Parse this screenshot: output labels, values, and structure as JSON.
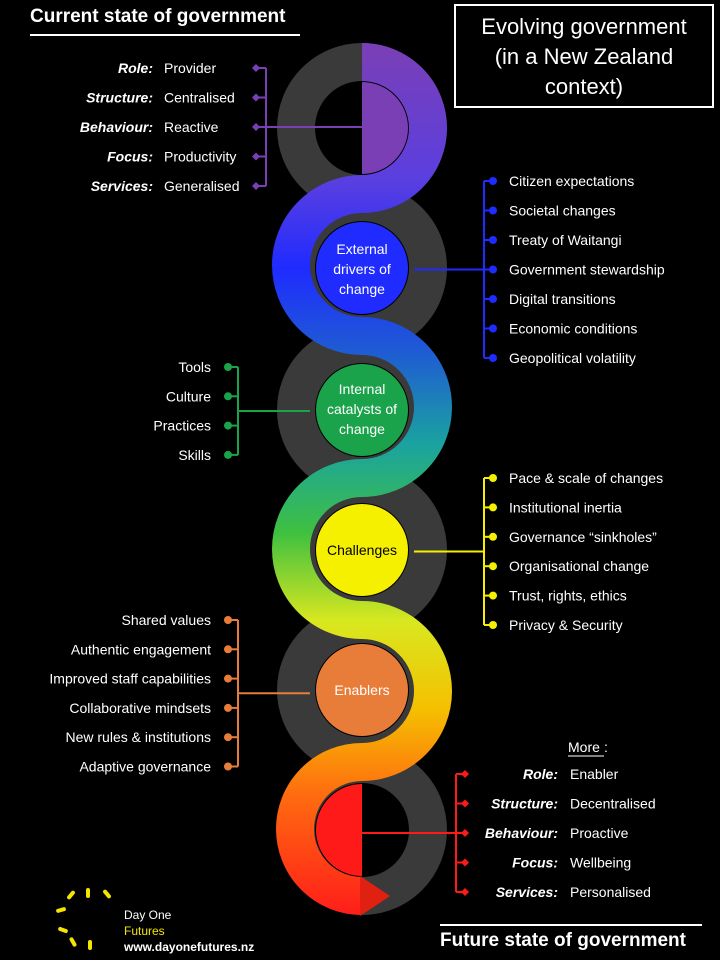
{
  "header": {
    "current_state_title": "Current state of government",
    "title_line1": "Evolving government",
    "title_line2": "(in a New Zealand",
    "title_line3": "context)",
    "future_state_title": "Future state of government"
  },
  "current_state": [
    {
      "label": "Role:",
      "value": "Provider"
    },
    {
      "label": "Structure:",
      "value": "Centralised"
    },
    {
      "label": "Behaviour:",
      "value": "Reactive"
    },
    {
      "label": "Focus:",
      "value": "Productivity"
    },
    {
      "label": "Services:",
      "value": "Generalised"
    }
  ],
  "nodes": {
    "external": {
      "line1": "External",
      "line2": "drivers of",
      "line3": "change",
      "color": "#1f2bff"
    },
    "internal": {
      "line1": "Internal",
      "line2": "catalysts of",
      "line3": "change",
      "color": "#1aa34a"
    },
    "challenges": {
      "label": "Challenges",
      "color": "#f5f000"
    },
    "enablers": {
      "label": "Enablers",
      "color": "#e87d3a"
    }
  },
  "external_drivers": [
    "Citizen expectations",
    "Societal changes",
    "Treaty of Waitangi",
    "Government stewardship",
    "Digital transitions",
    "Economic conditions",
    "Geopolitical volatility"
  ],
  "internal_catalysts": [
    "Tools",
    "Culture",
    "Practices",
    "Skills"
  ],
  "challenges": [
    "Pace & scale of changes",
    "Institutional inertia",
    "Governance “sinkholes”",
    "Organisational change",
    "Trust, rights, ethics",
    "Privacy & Security"
  ],
  "enablers": [
    "Shared values",
    "Authentic engagement",
    "Improved staff capabilities",
    "Collaborative mindsets",
    "New rules & institutions",
    "Adaptive governance"
  ],
  "future_state": {
    "more_label": "More",
    "more_colon": ":",
    "items": [
      {
        "label": "Role:",
        "value": "Enabler"
      },
      {
        "label": "Structure:",
        "value": "Decentralised"
      },
      {
        "label": "Behaviour:",
        "value": "Proactive"
      },
      {
        "label": "Focus:",
        "value": "Wellbeing"
      },
      {
        "label": "Services:",
        "value": "Personalised"
      }
    ]
  },
  "logo": {
    "line1": "Day One",
    "line2": "Futures",
    "url": "www.dayonefutures.nz",
    "color": "#f5e400"
  },
  "colors": {
    "purple": "#7b3fb5",
    "blue": "#1f2bff",
    "green": "#1aa34a",
    "yellow": "#f5f000",
    "orange": "#e87d3a",
    "red": "#ff1a1a",
    "track": "#3a3a3a"
  }
}
